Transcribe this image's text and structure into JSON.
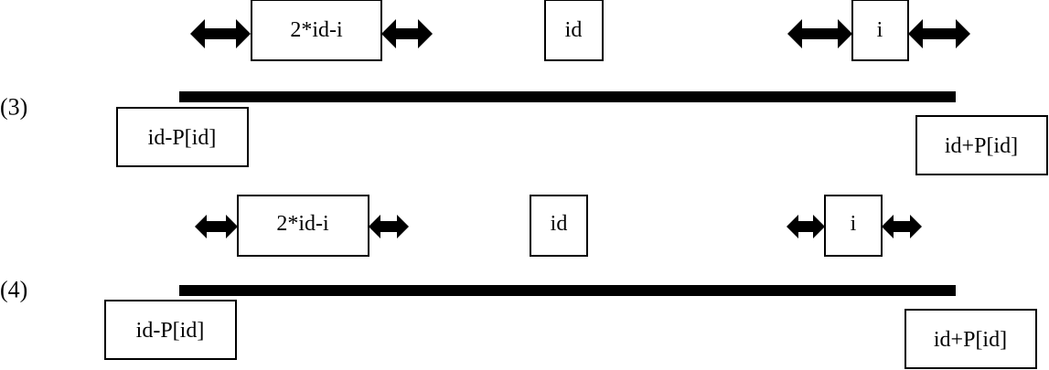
{
  "cases": [
    {
      "label": "(3)",
      "mirror_box": "2*id-i",
      "center_box": "id",
      "i_box": "i",
      "left_bound": "id-P[id]",
      "right_bound": "id+P[id]"
    },
    {
      "label": "(4)",
      "mirror_box": "2*id-i",
      "center_box": "id",
      "i_box": "i",
      "left_bound": "id-P[id]",
      "right_bound": "id+P[id]"
    }
  ],
  "colors": {
    "ink": "#000000",
    "background": "#ffffff"
  },
  "icons": {
    "range_arrow": "double-headed-arrow-icon"
  }
}
